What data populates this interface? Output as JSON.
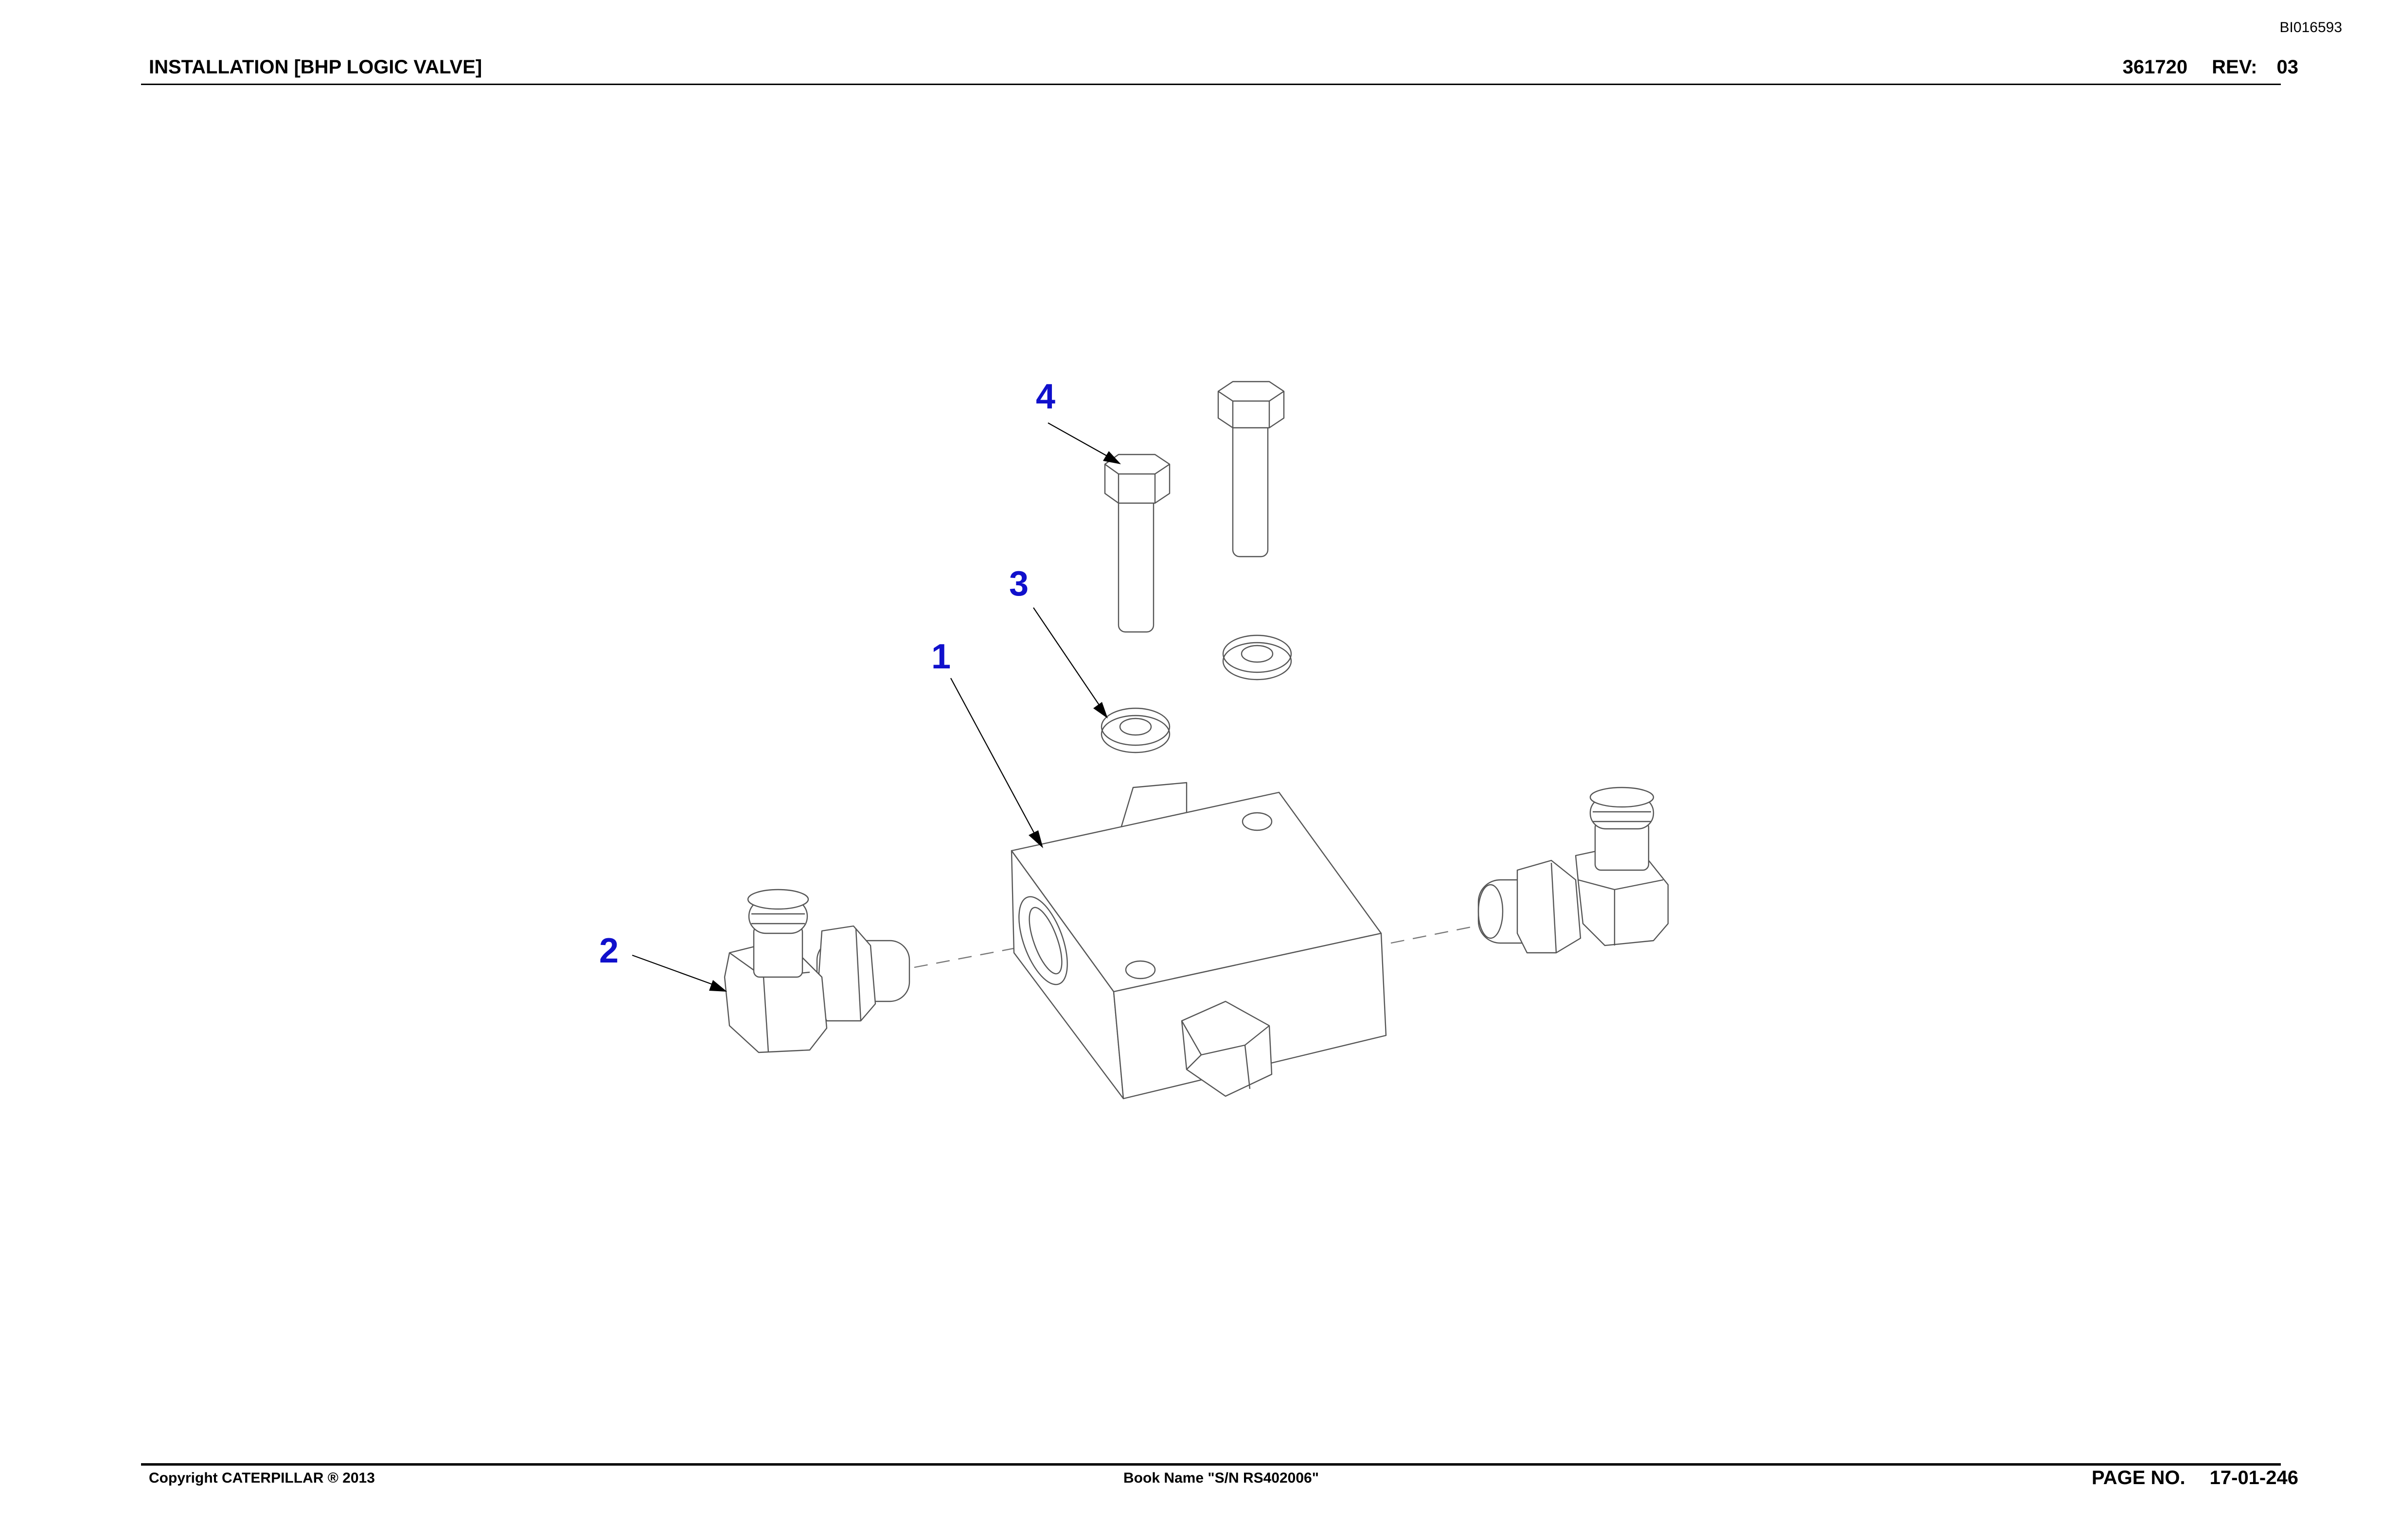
{
  "header": {
    "doc_id": "BI016593",
    "title": "INSTALLATION [BHP LOGIC VALVE]",
    "part_number": "361720",
    "rev_label": "REV:",
    "rev_value": "03"
  },
  "footer": {
    "copyright": "Copyright CATERPILLAR ® 2013",
    "book_name": "Book Name \"S/N RS402006\"",
    "page_label": "PAGE NO.",
    "page_number": "17-01-246"
  },
  "diagram": {
    "callouts": [
      "1",
      "2",
      "3",
      "4"
    ]
  }
}
